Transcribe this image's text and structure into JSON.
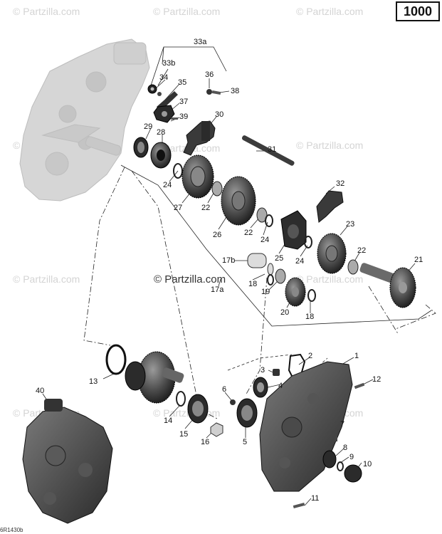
{
  "page_number": "1000",
  "diagram_code": "6R1430b",
  "watermark_text": "© Partzilla.com",
  "watermark_center_text": "© Partzilla.com",
  "colors": {
    "background": "#ffffff",
    "part_dark": "#2b2b2b",
    "part_mid": "#6a6a6a",
    "part_light": "#cfcfcf",
    "leader": "#222222"
  },
  "callouts": [
    {
      "id": "c-33a",
      "label": "33a"
    },
    {
      "id": "c-33b",
      "label": "33b"
    },
    {
      "id": "c-34",
      "label": "34"
    },
    {
      "id": "c-35",
      "label": "35"
    },
    {
      "id": "c-36",
      "label": "36"
    },
    {
      "id": "c-38",
      "label": "38"
    },
    {
      "id": "c-37",
      "label": "37"
    },
    {
      "id": "c-39",
      "label": "39"
    },
    {
      "id": "c-30",
      "label": "30"
    },
    {
      "id": "c-29",
      "label": "29"
    },
    {
      "id": "c-28",
      "label": "28"
    },
    {
      "id": "c-31",
      "label": "31"
    },
    {
      "id": "c-24a",
      "label": "24"
    },
    {
      "id": "c-27",
      "label": "27"
    },
    {
      "id": "c-22a",
      "label": "22"
    },
    {
      "id": "c-32",
      "label": "32"
    },
    {
      "id": "c-26",
      "label": "26"
    },
    {
      "id": "c-22b",
      "label": "22"
    },
    {
      "id": "c-24b",
      "label": "24"
    },
    {
      "id": "c-23",
      "label": "23"
    },
    {
      "id": "c-25",
      "label": "25"
    },
    {
      "id": "c-24c",
      "label": "24"
    },
    {
      "id": "c-17b",
      "label": "17b"
    },
    {
      "id": "c-22c",
      "label": "22"
    },
    {
      "id": "c-21",
      "label": "21"
    },
    {
      "id": "c-17a",
      "label": "17a"
    },
    {
      "id": "c-18a",
      "label": "18"
    },
    {
      "id": "c-19",
      "label": "19"
    },
    {
      "id": "c-20",
      "label": "20"
    },
    {
      "id": "c-18b",
      "label": "18"
    },
    {
      "id": "c-1",
      "label": "1"
    },
    {
      "id": "c-2",
      "label": "2"
    },
    {
      "id": "c-3",
      "label": "3"
    },
    {
      "id": "c-4",
      "label": "4"
    },
    {
      "id": "c-12",
      "label": "12"
    },
    {
      "id": "c-13",
      "label": "13"
    },
    {
      "id": "c-40",
      "label": "40"
    },
    {
      "id": "c-6",
      "label": "6"
    },
    {
      "id": "c-14",
      "label": "14"
    },
    {
      "id": "c-15",
      "label": "15"
    },
    {
      "id": "c-16",
      "label": "16"
    },
    {
      "id": "c-5",
      "label": "5"
    },
    {
      "id": "c-7",
      "label": "7"
    },
    {
      "id": "c-8",
      "label": "8"
    },
    {
      "id": "c-9",
      "label": "9"
    },
    {
      "id": "c-10",
      "label": "10"
    },
    {
      "id": "c-11",
      "label": "11"
    }
  ]
}
